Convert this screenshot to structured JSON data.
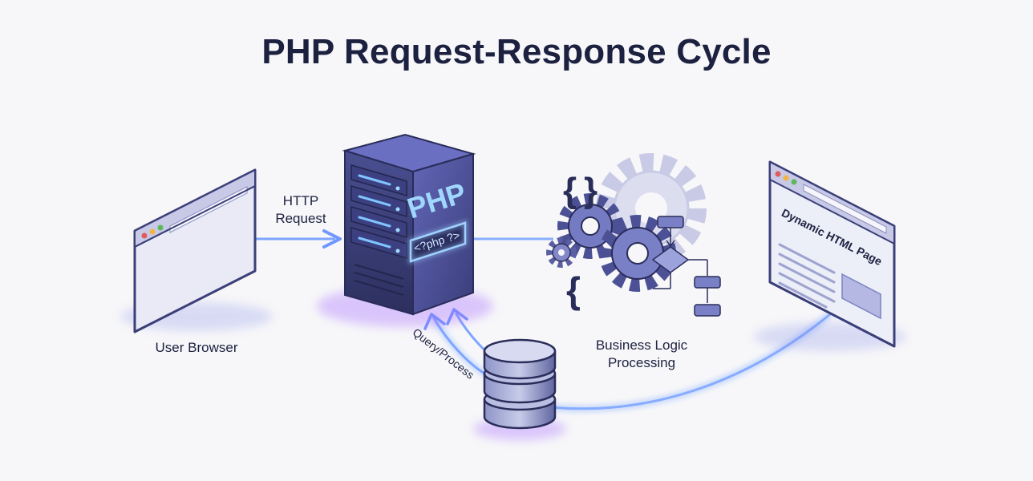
{
  "title": "PHP Request-Response Cycle",
  "labels": {
    "browser": "User Browser",
    "http_request_line1": "HTTP",
    "http_request_line2": "Request",
    "server_name": "PHP",
    "php_tag": "<?php ?>",
    "query": "Query/Process",
    "logic_line1": "Business Logic",
    "logic_line2": "Processing",
    "output_page": "Dynamic HTML Page"
  },
  "colors": {
    "title": "#1d2140",
    "server": "#3b3f78",
    "glow_blue": "#6a9cff",
    "glow_purple": "#a070ff",
    "gear": "#6d73b8",
    "gear_light": "#c9cbe6"
  }
}
